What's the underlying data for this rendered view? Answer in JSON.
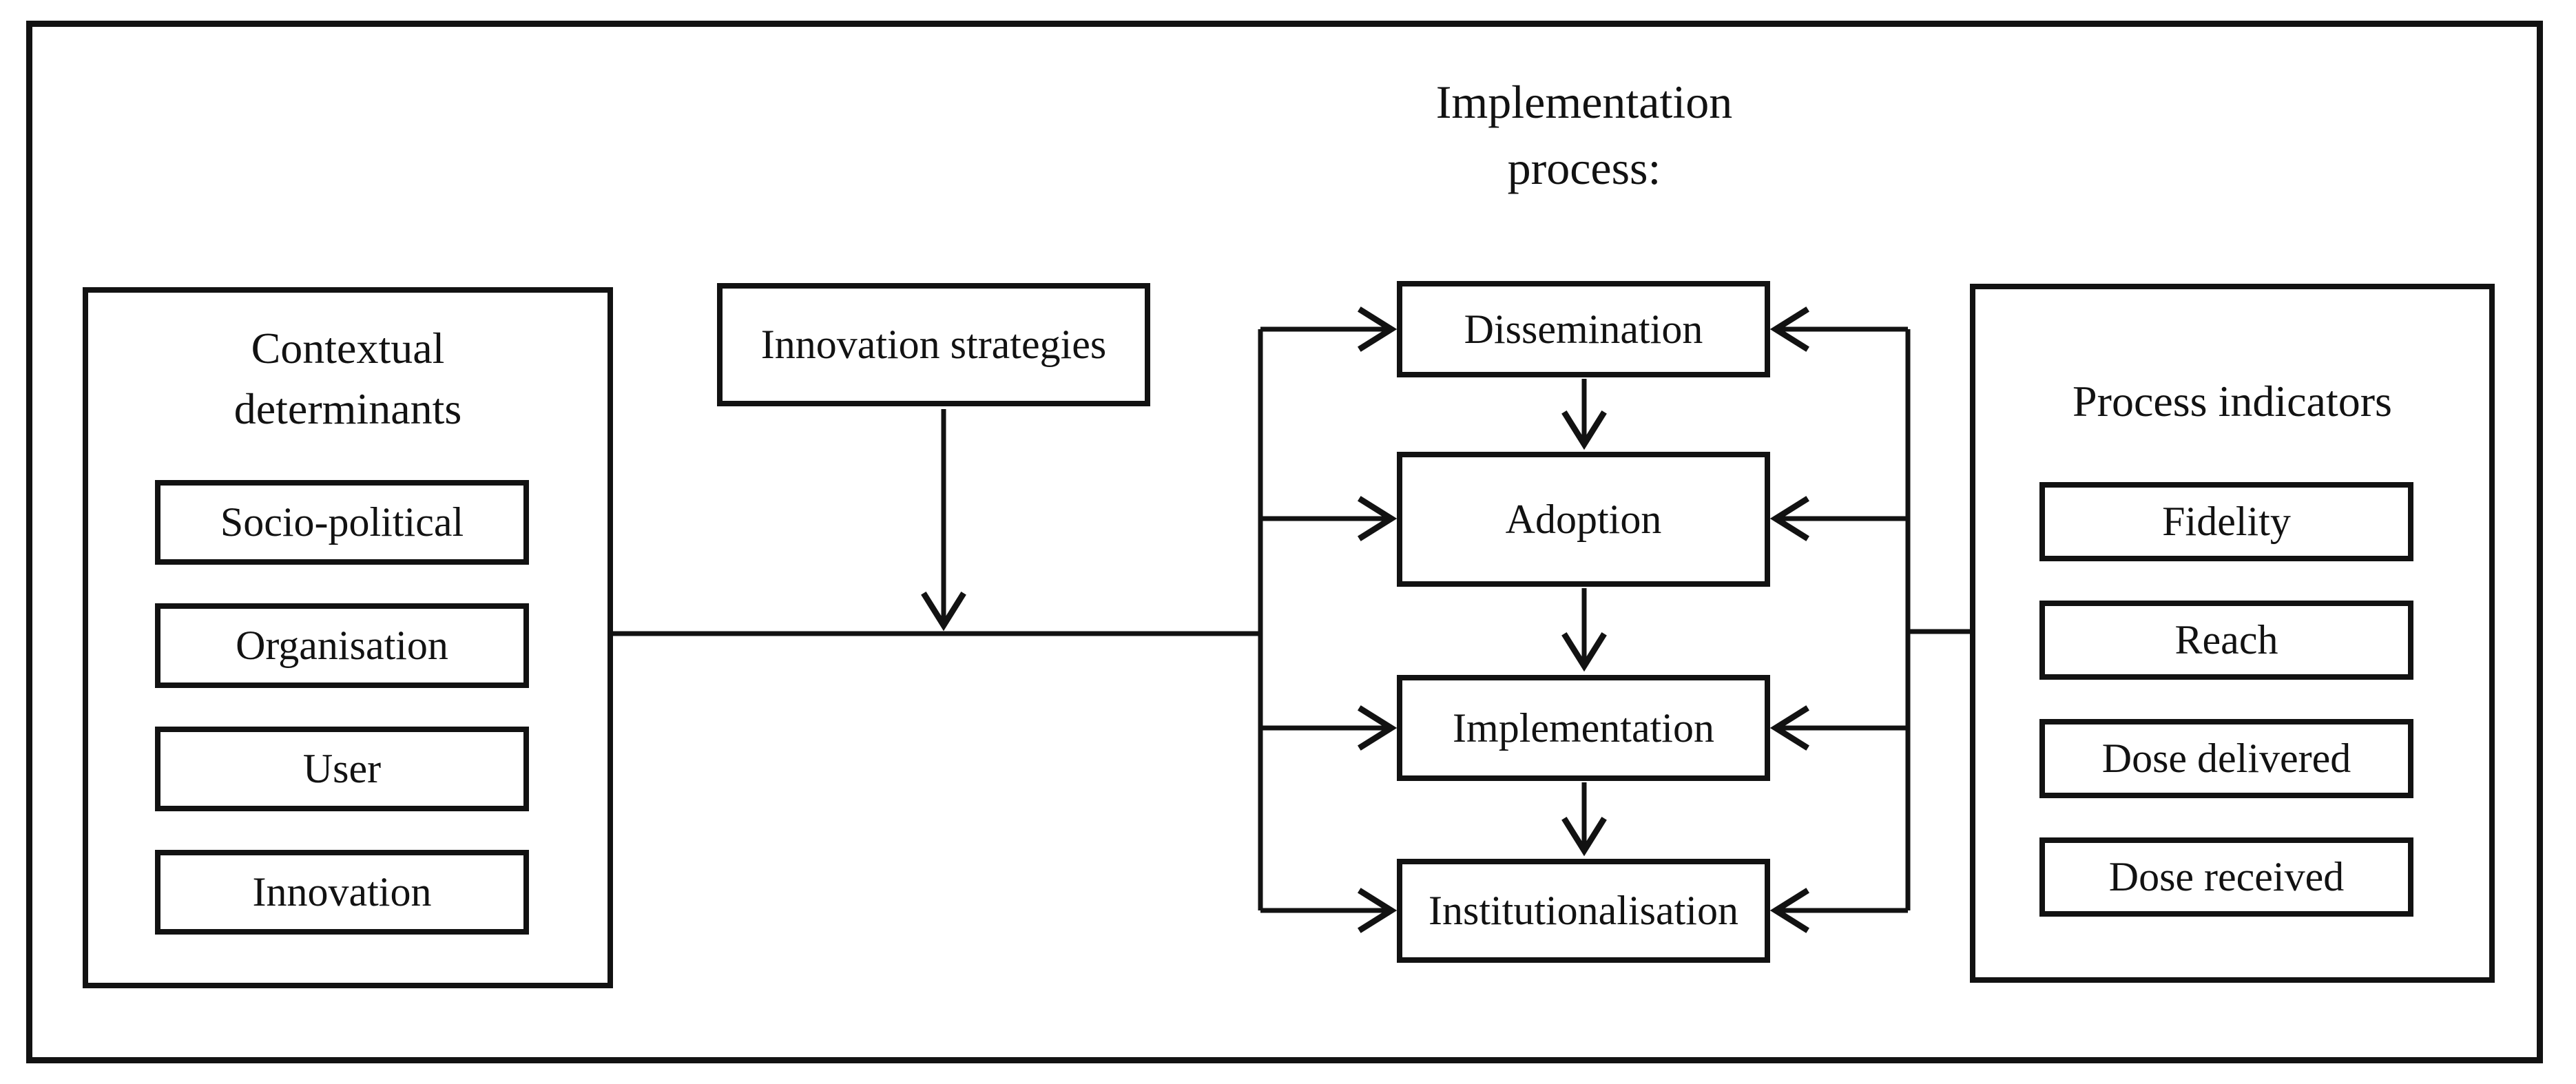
{
  "title": {
    "line1": "Implementation",
    "line2": "process:"
  },
  "colors": {
    "ink": "#121212",
    "background": "#ffffff"
  },
  "contextual_determinants": {
    "heading_line1": "Contextual",
    "heading_line2": "determinants",
    "items": [
      {
        "label": "Socio-political"
      },
      {
        "label": "Organisation"
      },
      {
        "label": "User"
      },
      {
        "label": "Innovation"
      }
    ]
  },
  "innovation_strategies": {
    "label": "Innovation strategies"
  },
  "implementation_process": {
    "stages": [
      {
        "label": "Dissemination"
      },
      {
        "label": "Adoption"
      },
      {
        "label": "Implementation"
      },
      {
        "label": "Institutionalisation"
      }
    ]
  },
  "process_indicators": {
    "heading": "Process indicators",
    "items": [
      {
        "label": "Fidelity"
      },
      {
        "label": "Reach"
      },
      {
        "label": "Dose delivered"
      },
      {
        "label": "Dose received"
      }
    ]
  }
}
